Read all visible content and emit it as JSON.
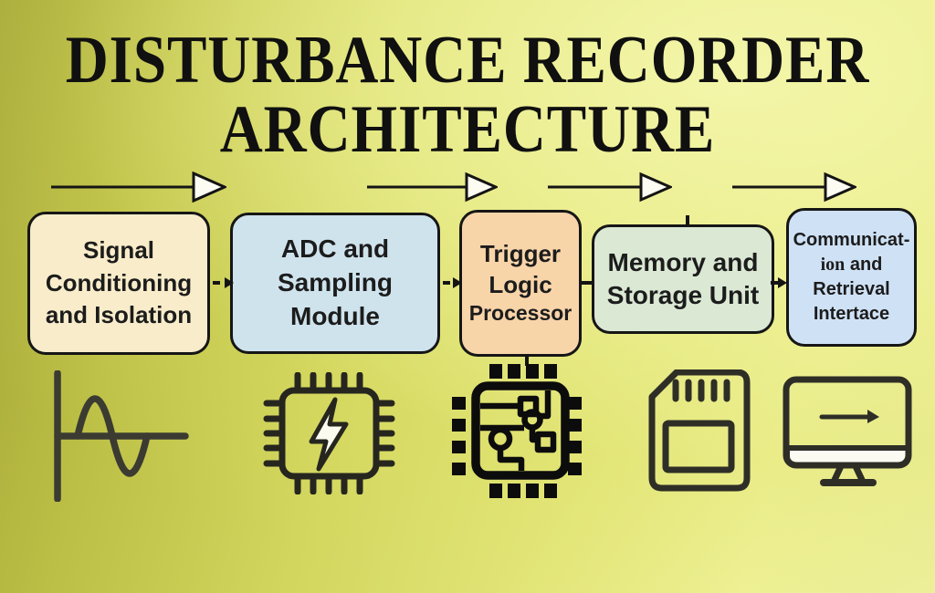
{
  "title": {
    "line1": "DISTURBANCE RECORDER",
    "line2": "ARCHITECTURE"
  },
  "blocks": [
    {
      "label": "Signal Conditioning and Isolation",
      "lines": [
        "Signal",
        "Conditioning",
        "and Isolation"
      ],
      "fill": "#f8ecca"
    },
    {
      "label": "ADC and Sampling Module",
      "lines": [
        "ADC and",
        "Sampling",
        "Module"
      ],
      "fill": "#cfe3ed"
    },
    {
      "label": "Trigger Logic Processor",
      "lines": [
        "Trigger",
        "Logic",
        "Processor"
      ],
      "fill": "#f8d4a9"
    },
    {
      "label": "Memory and Storage Unit",
      "lines": [
        "Memory and",
        "Storage Unit"
      ],
      "fill": "#dae8d4"
    },
    {
      "label": "Communicat-ion and Retrieval Intertace",
      "lines": [
        "Communicat-",
        {
          "bold": "ion",
          "rest": " and"
        },
        "Retrieval",
        "Intertace"
      ],
      "fill": "#cfe1f5"
    }
  ],
  "icons": [
    {
      "name": "sine-waveform-icon"
    },
    {
      "name": "chip-lightning-icon"
    },
    {
      "name": "chip-circuit-icon"
    },
    {
      "name": "sd-card-icon"
    },
    {
      "name": "monitor-output-icon"
    }
  ],
  "colors": {
    "background_dark": "#a2a436",
    "background_light": "#f1f3a4",
    "outline": "#161616",
    "text": "#1c1c1c",
    "arrowhead_fill": "#fcfcf3"
  }
}
